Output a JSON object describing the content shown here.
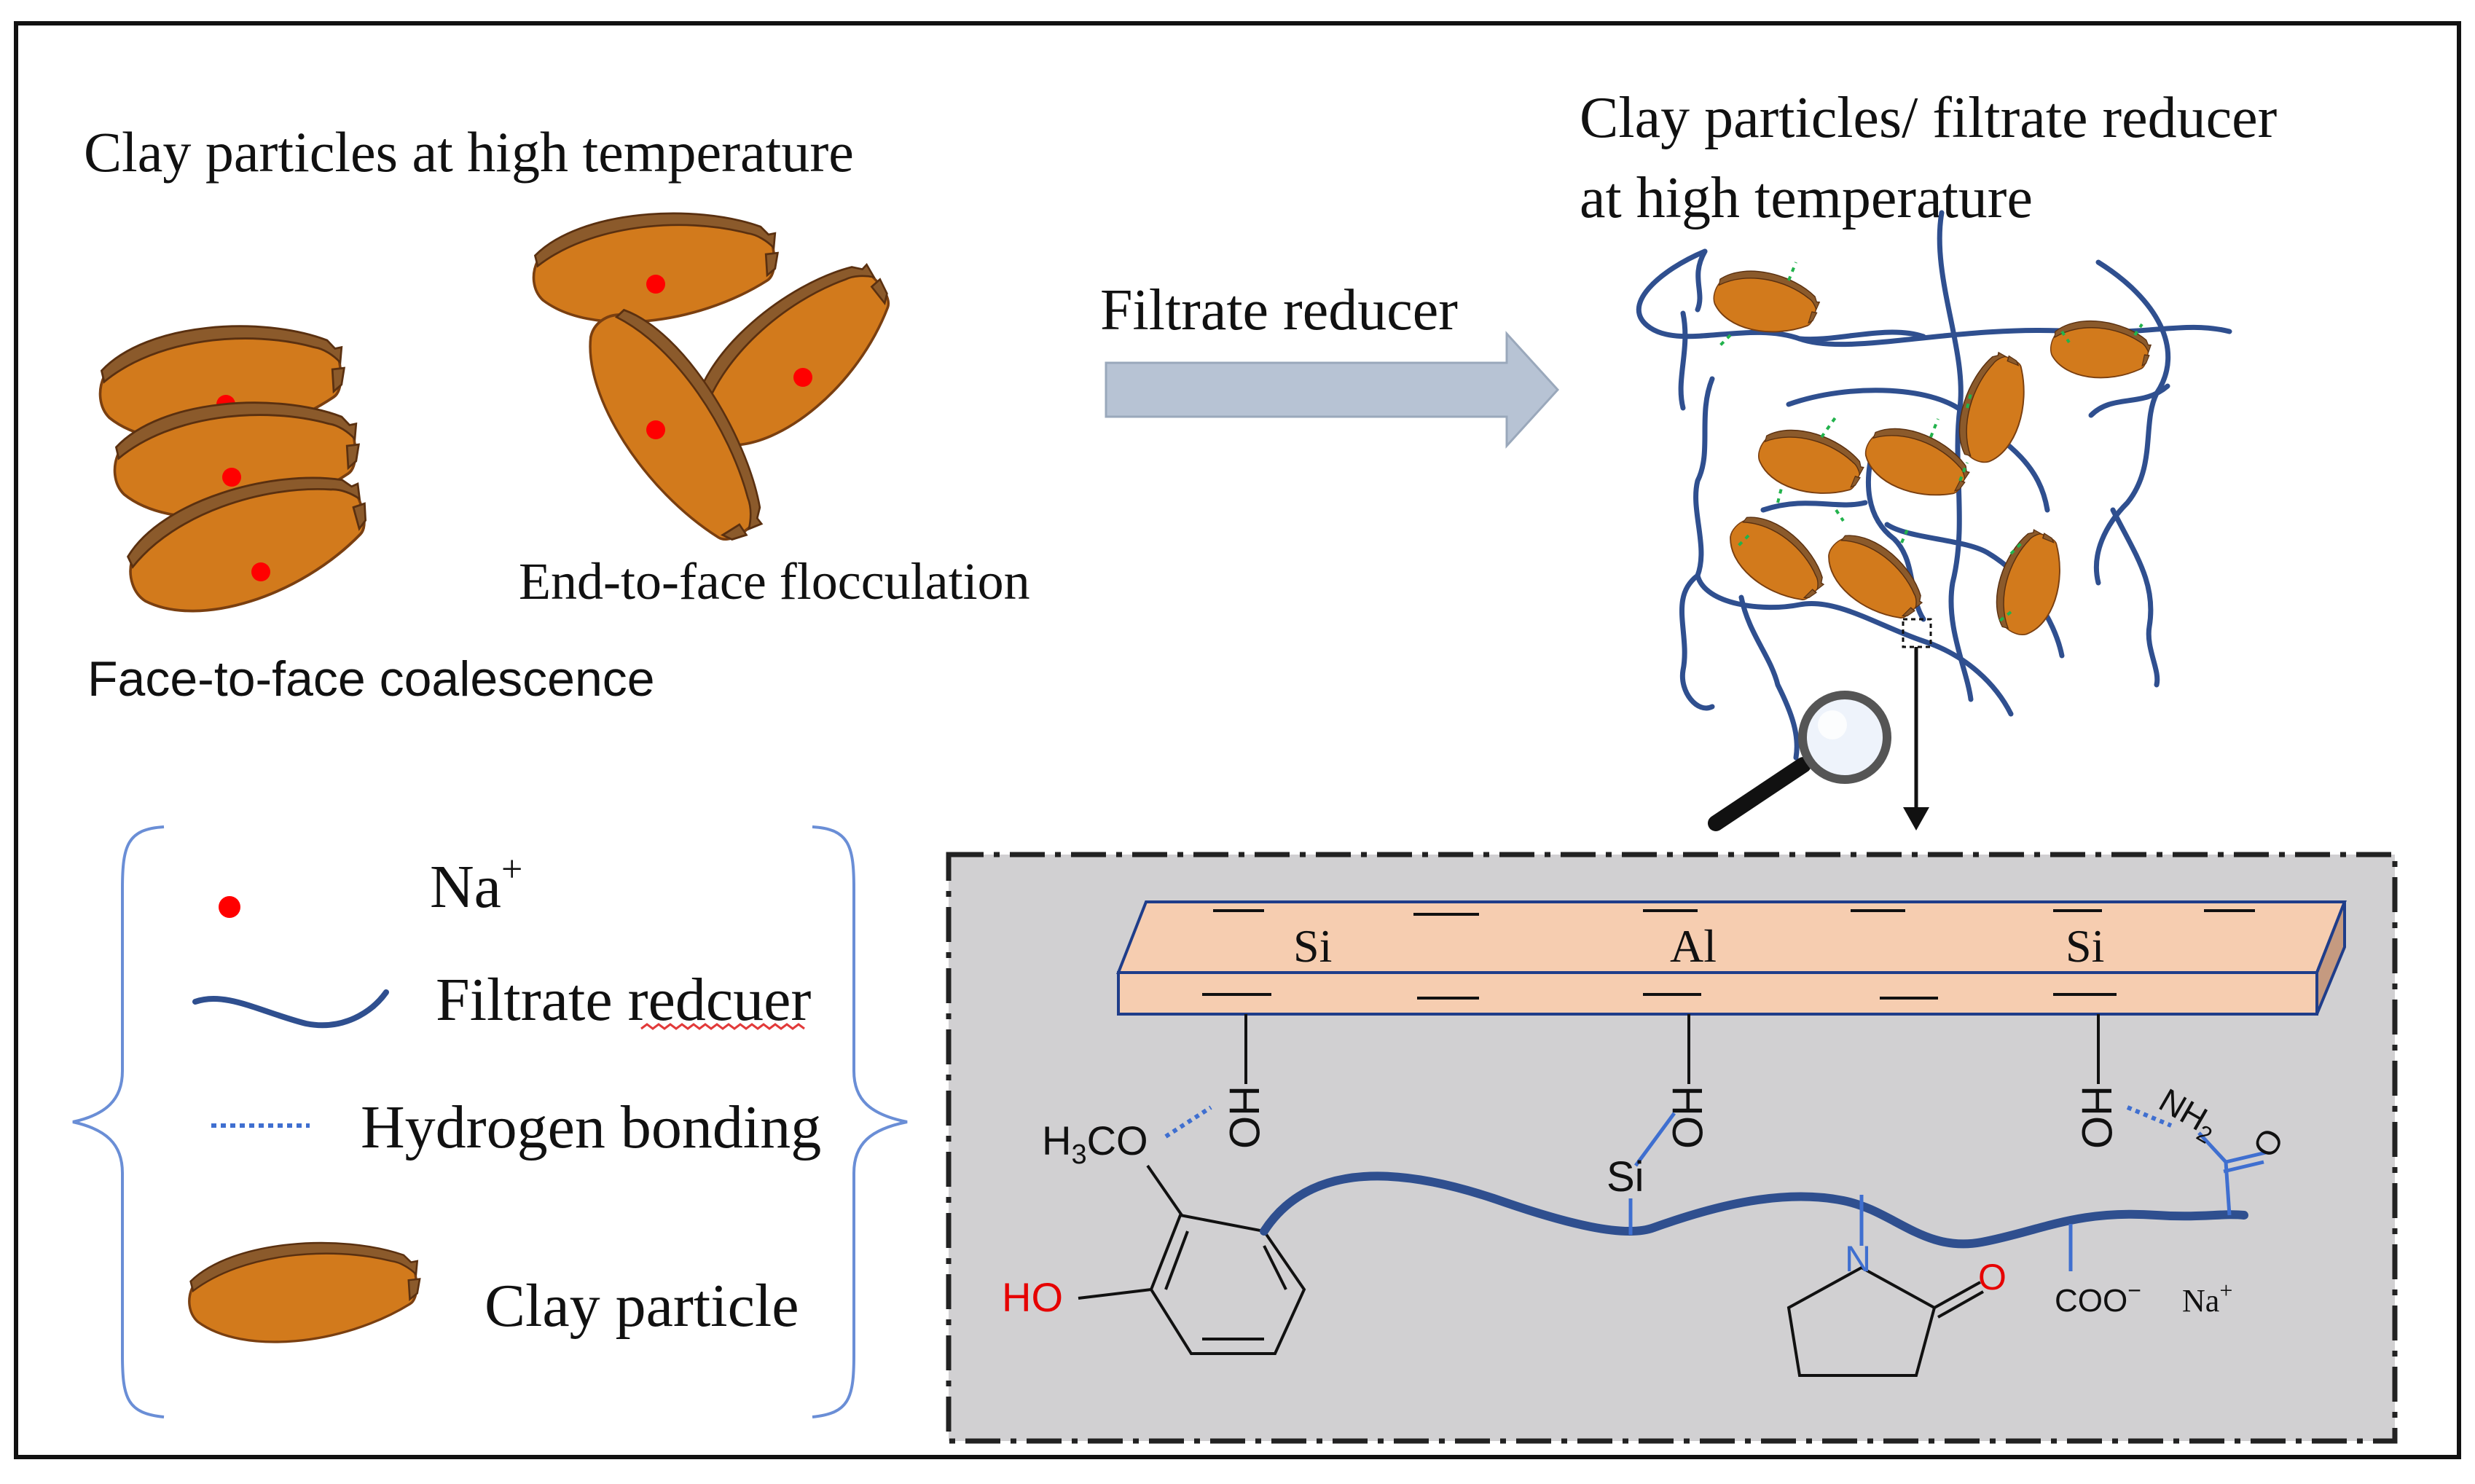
{
  "colors": {
    "clay_fill": "#d27a1c",
    "clay_edge": "#7a3f10",
    "clay_top": "#8b5a2b",
    "sodium": "#ff0000",
    "polymer": "#2f4f8f",
    "hbond": "#3f6fd0",
    "plate_fill": "#f6cdb0",
    "panel_bg": "#d1d0d2",
    "arrow": "#b7c3d4",
    "hydroxyl_red": "#e60000"
  },
  "left": {
    "title": "Clay particles at high temperature",
    "stack_label": "Face-to-face coalescence",
    "floc_label": "End-to-face flocculation"
  },
  "middle": {
    "arrow_label": "Filtrate reducer"
  },
  "right": {
    "title_line1": "Clay particles/ filtrate reducer",
    "title_line2": "at high temperature"
  },
  "legend": {
    "sodium_label": "Na",
    "sodium_sup": "+",
    "polymer_label": "Filtrate redcuer",
    "hbond_label": "Hydrogen bonding",
    "clay_label": "Clay particle"
  },
  "detail": {
    "plate_atoms": [
      "Si",
      "Al",
      "Si"
    ],
    "charge_mark": "—",
    "hydroxyl": "HO",
    "methoxy": "H3CO",
    "silicon": "Si",
    "amine": "NH2",
    "carbonyl_o": "O",
    "lactam_n": "N",
    "lactam_o": "O",
    "phenol": "HO",
    "carboxylate": "COO",
    "carboxylate_sup": "−",
    "counter_ion": "Na",
    "counter_ion_sup": "+"
  }
}
